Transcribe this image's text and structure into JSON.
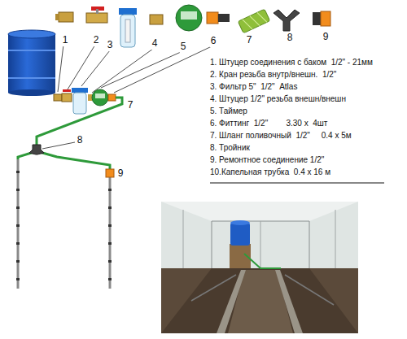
{
  "diagram": {
    "labels": [
      "1",
      "2",
      "3",
      "4",
      "5",
      "6",
      "7",
      "8",
      "9",
      "1. Штуцер соединения с баком  1/2\" - 21мм",
      "2. Кран резьба внутр/внешн.  1/2\"",
      "3. Фильтр 5\"  1/2\"  Atlas",
      "4. Штуцер 1/2\" резьба внешн/внешн",
      "5. Таймер",
      "6. Фиттинг  1/2\"        3.30 х  4шт",
      "7. Шланг поливочный  1/2\"     0.4 х 5м",
      "8. Тройник",
      "9. Ремонтное соединение 1/2\"",
      "10.Капельная трубка  0.4 х 16 м",
      "7",
      "8",
      "9"
    ]
  }
}
